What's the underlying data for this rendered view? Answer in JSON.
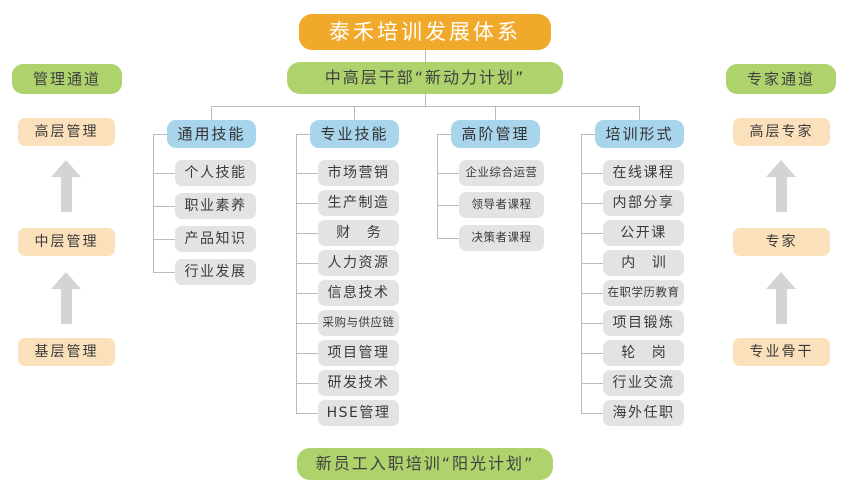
{
  "diagram": {
    "title": "泰禾培训发展体系",
    "subtitle": "中高层干部“新动力计划”",
    "footer": "新员工入职培训“阳光计划”"
  },
  "left_channel": {
    "header": "管理通道",
    "levels": [
      {
        "label": "高层管理"
      },
      {
        "label": "中层管理"
      },
      {
        "label": "基层管理"
      }
    ]
  },
  "right_channel": {
    "header": "专家通道",
    "levels": [
      {
        "label": "高层专家"
      },
      {
        "label": "专家"
      },
      {
        "label": "专业骨干"
      }
    ]
  },
  "columns": [
    {
      "header": "通用技能",
      "items": [
        {
          "label": "个人技能"
        },
        {
          "label": "职业素养"
        },
        {
          "label": "产品知识"
        },
        {
          "label": "行业发展"
        }
      ]
    },
    {
      "header": "专业技能",
      "items": [
        {
          "label": "市场营销"
        },
        {
          "label": "生产制造"
        },
        {
          "label": "财 务"
        },
        {
          "label": "人力资源"
        },
        {
          "label": "信息技术"
        },
        {
          "label": "采购与供应链"
        },
        {
          "label": "项目管理"
        },
        {
          "label": "研发技术"
        },
        {
          "label": "HSE管理"
        }
      ]
    },
    {
      "header": "高阶管理",
      "items": [
        {
          "label": "企业综合运营"
        },
        {
          "label": "领导者课程"
        },
        {
          "label": "决策者课程"
        }
      ]
    },
    {
      "header": "培训形式",
      "items": [
        {
          "label": "在线课程"
        },
        {
          "label": "内部分享"
        },
        {
          "label": "公开课"
        },
        {
          "label": "内 训"
        },
        {
          "label": "在职学历教育"
        },
        {
          "label": "项目锻炼"
        },
        {
          "label": "轮 岗"
        },
        {
          "label": "行业交流"
        },
        {
          "label": "海外任职"
        }
      ]
    }
  ],
  "colors": {
    "title": "#F0A92B",
    "green": "#AED36C",
    "peach": "#FBE0BC",
    "blue": "#A8D4EC",
    "gray": "#E3E3E3",
    "line": "#BBBBBB",
    "arrow": "#D4D4D4"
  }
}
